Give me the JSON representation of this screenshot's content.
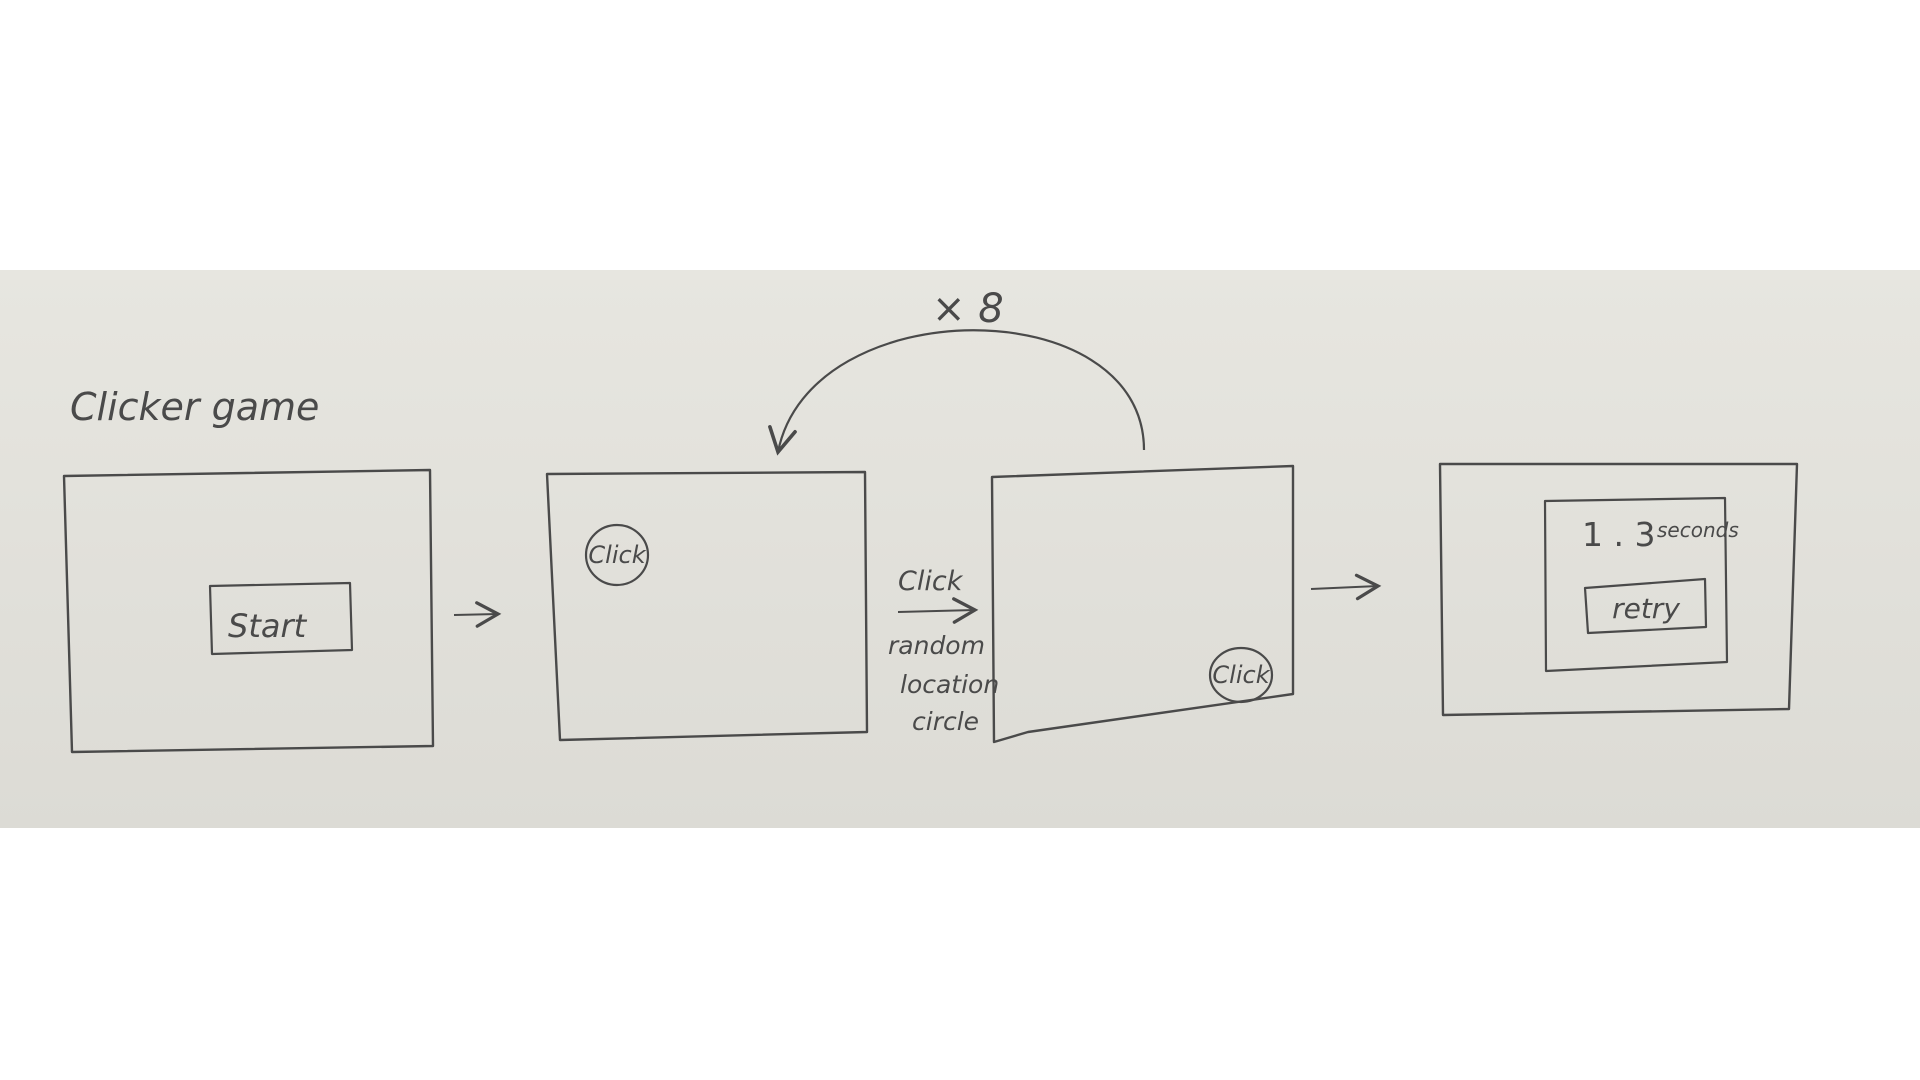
{
  "title": "Clicker  game",
  "screen_start": {
    "button_label": "Start"
  },
  "screen_game_1": {
    "circle_label": "Click"
  },
  "transition_note": {
    "line1": "Click",
    "line2": "random",
    "line3": "location",
    "line4": "circle"
  },
  "loop_label": "× 8",
  "screen_game_2": {
    "circle_label": "Click"
  },
  "screen_result": {
    "time_value": "1 . 3",
    "time_unit": "seconds",
    "retry_label": "retry"
  },
  "colors": {
    "paper": "#e1e0da",
    "ink": "#4a4a4a"
  }
}
